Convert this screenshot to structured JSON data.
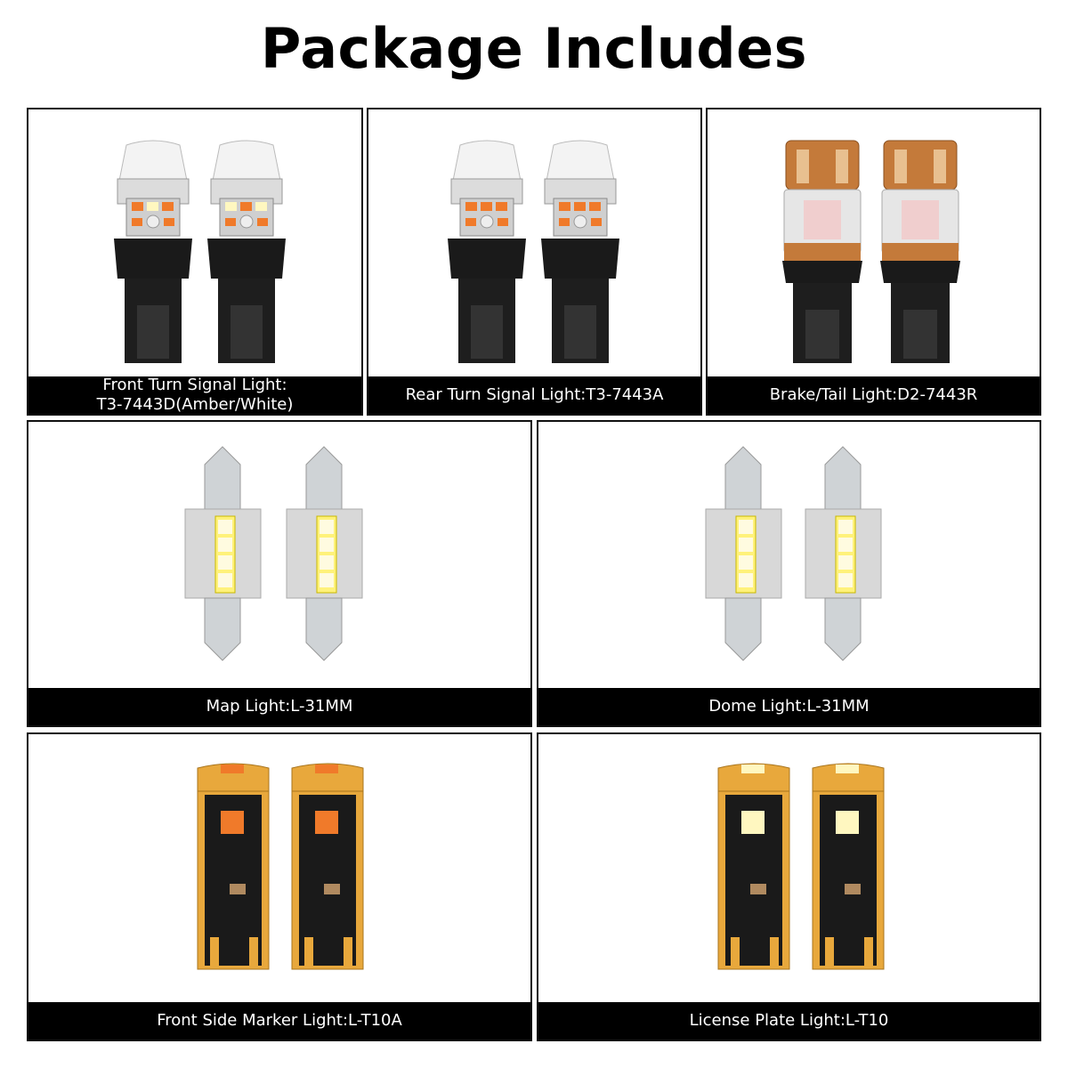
{
  "title": "Package Includes",
  "panels": [
    {
      "caption_line1": "Front Turn Signal Light:",
      "caption_line2": "T3-7443D(Amber/White)"
    },
    {
      "caption_line1": "Rear Turn Signal Light:T3-7443A",
      "caption_line2": ""
    },
    {
      "caption_line1": "Brake/Tail Light:D2-7443R",
      "caption_line2": ""
    },
    {
      "caption_line1": "Map Light:L-31MM",
      "caption_line2": ""
    },
    {
      "caption_line1": "Dome Light:L-31MM",
      "caption_line2": ""
    },
    {
      "caption_line1": "Front Side Marker Light:L-T10A",
      "caption_line2": ""
    },
    {
      "caption_line1": "License Plate Light:L-T10",
      "caption_line2": ""
    }
  ],
  "colors": {
    "amber_led": "#f07a2a",
    "white_led": "#fff7c0",
    "copper": "#c47a3a",
    "gold_pcb": "#e8a83c",
    "base_black": "#1a1a1a"
  }
}
